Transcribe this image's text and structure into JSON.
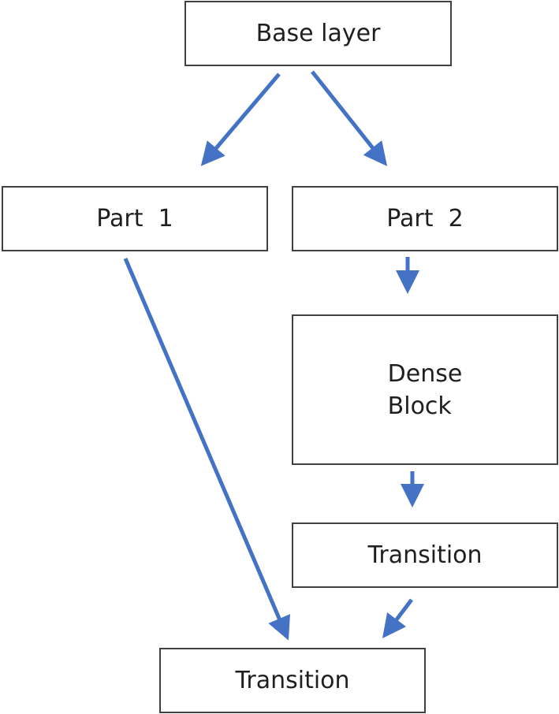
{
  "diagram": {
    "nodes": {
      "base_layer": "Base layer",
      "part_1": "Part  1",
      "part_2": "Part  2",
      "dense_block": "Dense\nBlock",
      "transition_upper": "Transition",
      "transition_lower": "Transition"
    },
    "edges": [
      {
        "from": "base_layer",
        "to": "part_1"
      },
      {
        "from": "base_layer",
        "to": "part_2"
      },
      {
        "from": "part_2",
        "to": "dense_block"
      },
      {
        "from": "dense_block",
        "to": "transition_upper"
      },
      {
        "from": "part_1",
        "to": "transition_lower"
      },
      {
        "from": "transition_upper",
        "to": "transition_lower"
      }
    ],
    "colors": {
      "arrow": "#4472C4",
      "box_border": "#404040",
      "text": "#1f1f1f"
    }
  }
}
